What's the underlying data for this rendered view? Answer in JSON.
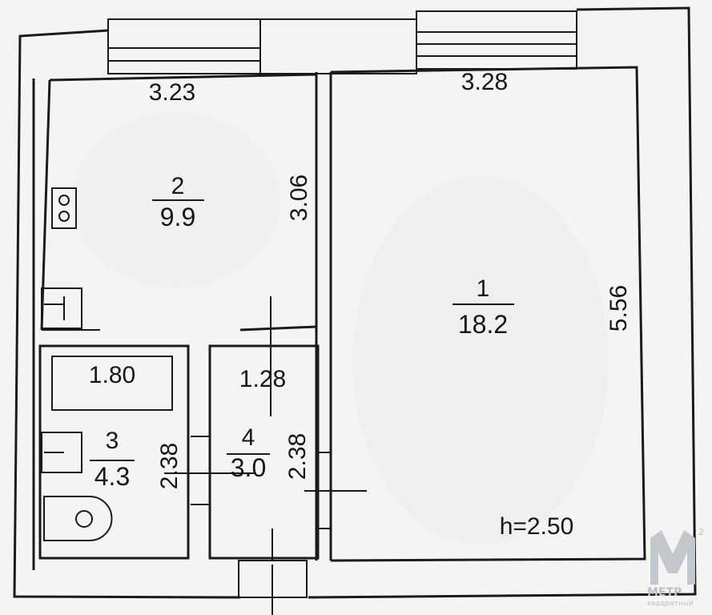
{
  "rooms": [
    {
      "number": "1",
      "area": "18.2"
    },
    {
      "number": "2",
      "area": "9.9"
    },
    {
      "number": "3",
      "area": "4.3"
    },
    {
      "number": "4",
      "area": "3.0"
    }
  ],
  "dimensions": {
    "room2_width": "3.23",
    "room2_depth": "3.06",
    "room1_width": "3.28",
    "room1_depth": "5.56",
    "bathtub_length": "1.80",
    "room4_width": "1.28",
    "room3_depth": "2.38",
    "room4_depth": "2.38"
  },
  "ceiling_height": "h=2.50",
  "watermark": {
    "letter": "M",
    "superscript": "2",
    "brand": "МЕТР",
    "tagline": "квадратный"
  },
  "colors": {
    "paper": "#f4f4f3",
    "ink": "#1a1a1a",
    "watermark": "#c3c8cc"
  }
}
